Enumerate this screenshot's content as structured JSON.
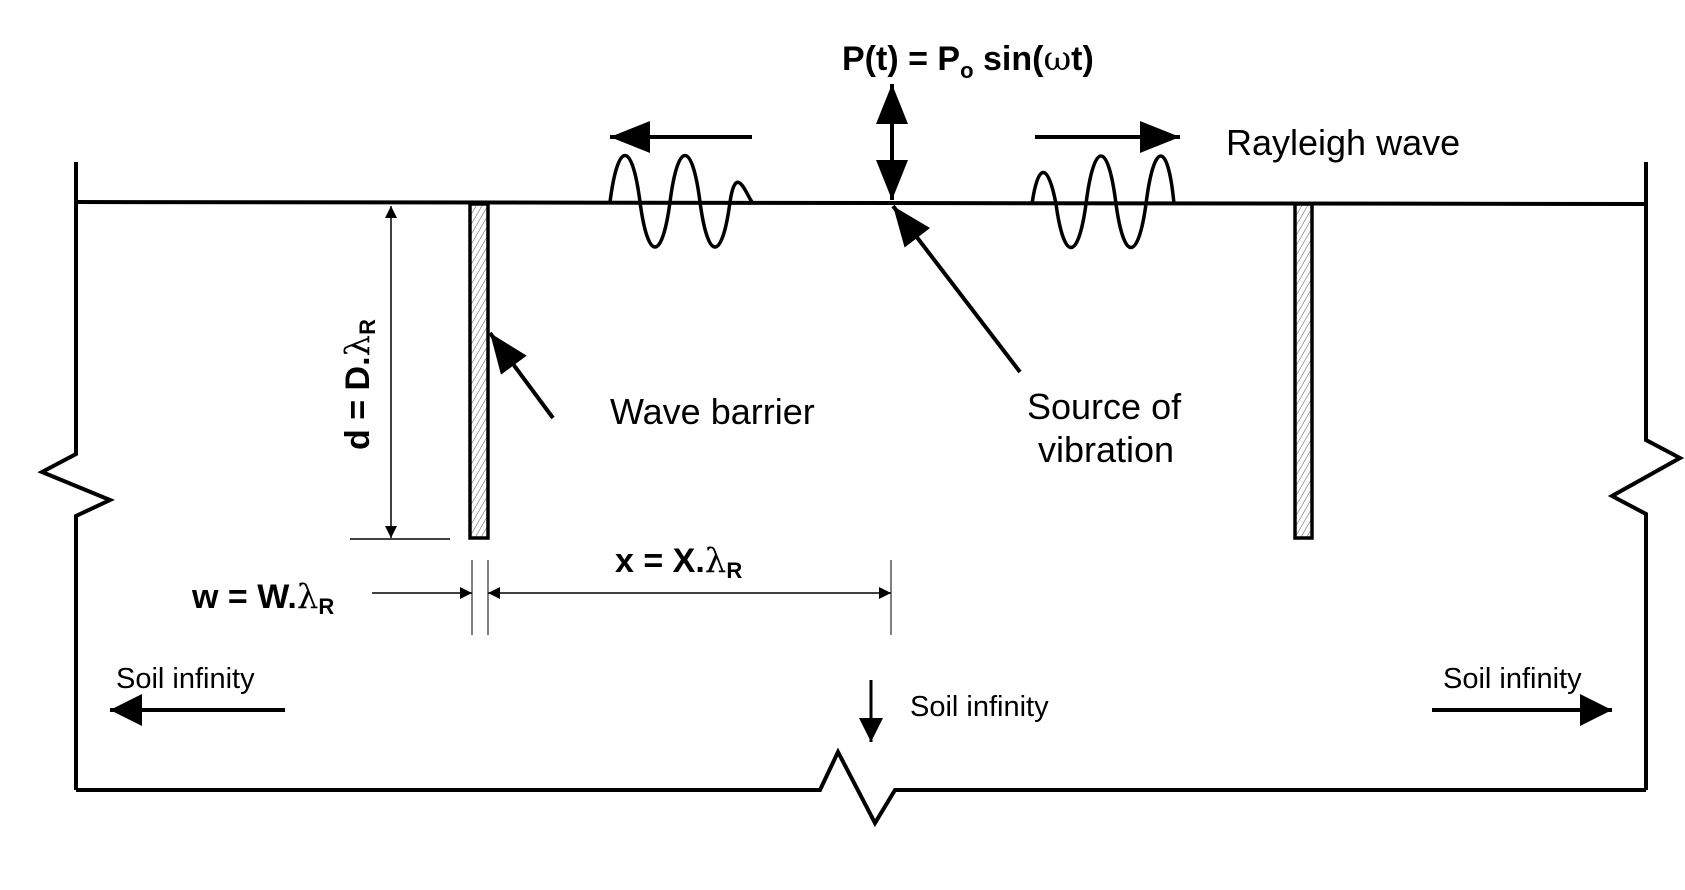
{
  "diagram": {
    "load_label": {
      "prefix": "P(t) = P",
      "subscript": "o",
      "suffix": " sin(",
      "omega": "ω",
      "end": "t)"
    },
    "wave_label": "Rayleigh wave",
    "barrier_label": "Wave barrier",
    "source_label_line1": "Source of",
    "source_label_line2": "vibration",
    "depth_label": {
      "main": "d = D.",
      "lambda": "λ",
      "sub": "R"
    },
    "width_label": {
      "main": "w = W.",
      "lambda": "λ",
      "sub": "R"
    },
    "distance_label": {
      "main": "x = X.",
      "lambda": "λ",
      "sub": "R"
    },
    "soil_left": "Soil infinity",
    "soil_right": "Soil infinity",
    "soil_bottom": "Soil infinity"
  }
}
